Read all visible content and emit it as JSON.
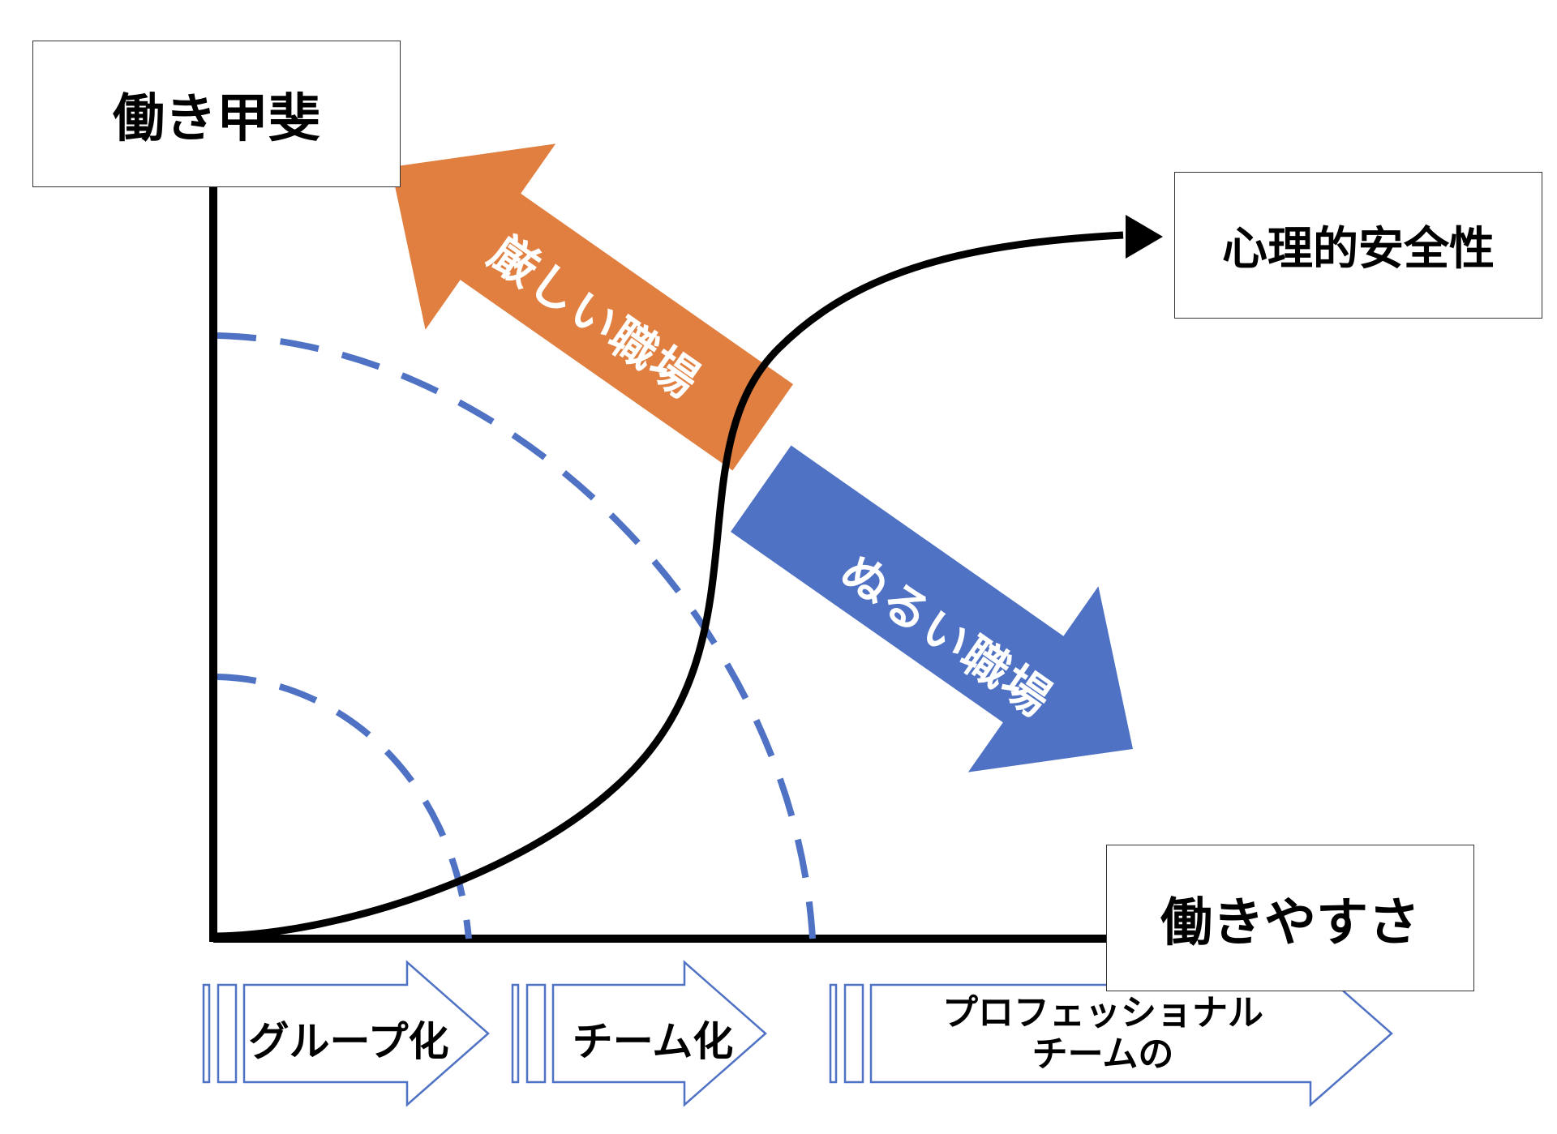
{
  "axes": {
    "y_label": "働き甲斐",
    "x_label": "働きやすさ"
  },
  "curve_end_label": "心理的安全性",
  "arrows": {
    "strict": {
      "label": "厳しい職場",
      "color": "#E07F40"
    },
    "lax": {
      "label": "ぬるい職場",
      "color": "#4F72C4"
    }
  },
  "stages": [
    {
      "label": "グループ化"
    },
    {
      "label": "チーム化"
    },
    {
      "label": "プロフェッショナル\nチームの"
    }
  ],
  "colors": {
    "dashed_arc": "#4F72C4",
    "stage_arrow_stroke": "#4F72C4",
    "axis": "#000000"
  }
}
